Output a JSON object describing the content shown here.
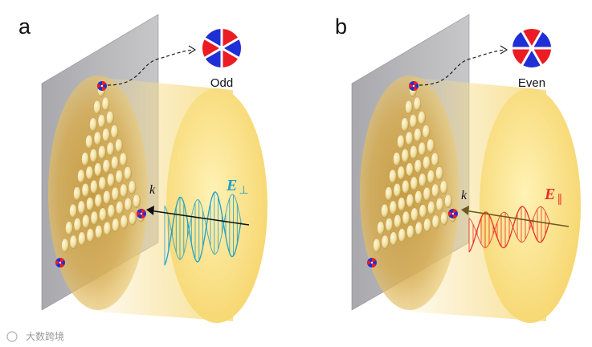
{
  "panels": [
    {
      "letter": "a",
      "mode_label": "Odd",
      "wave_vector": "k",
      "field_symbol": "E",
      "field_subscript": "⊥",
      "field_color": "#1ea0c9"
    },
    {
      "letter": "b",
      "mode_label": "Even",
      "wave_vector": "k",
      "field_symbol": "E",
      "field_subscript": "∥",
      "field_color": "#e8302a"
    }
  ],
  "watermark": "大数跨境",
  "colors": {
    "plate": "#b6b6b9",
    "beam": "#f7d978",
    "mode_red": "#ec1c24",
    "mode_blue": "#1f2fd6"
  }
}
